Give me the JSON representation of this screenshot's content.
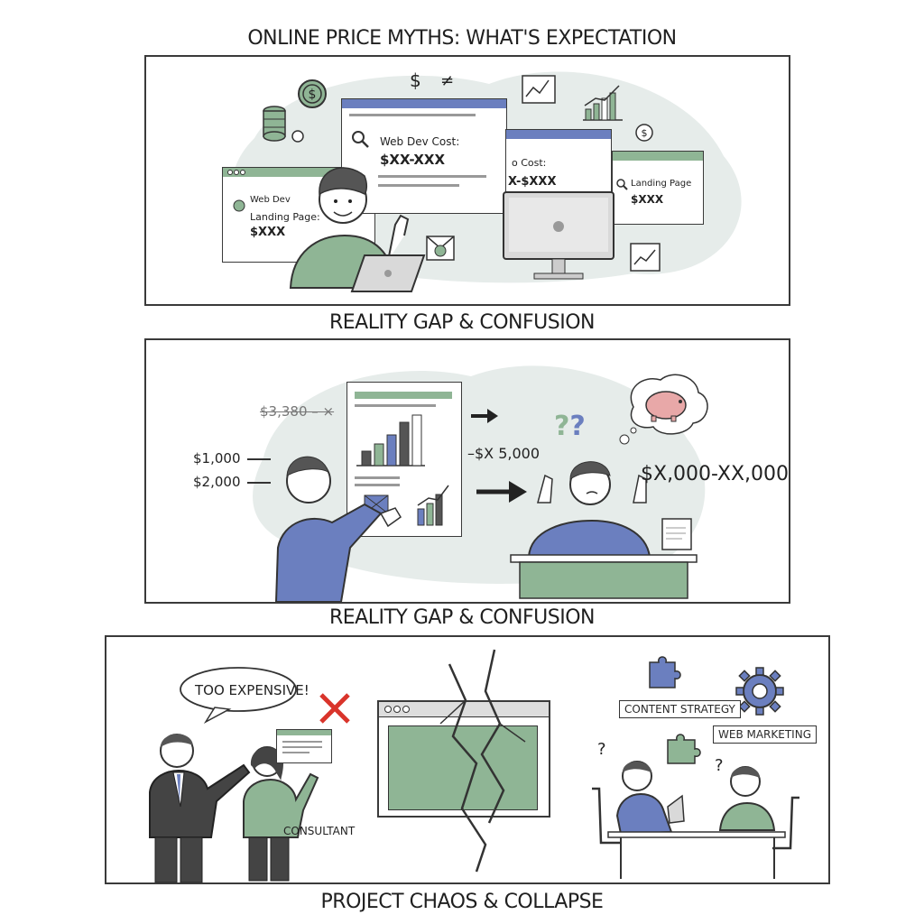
{
  "headings": {
    "panel1": "ONLINE PRICE MYTHS: WHAT'S EXPECTATION",
    "panel2": "REALITY GAP & CONFUSION",
    "panel3": "REALITY GAP & CONFUSION",
    "footer": "PROJECT CHAOS & COLLAPSE"
  },
  "panel1": {
    "browser_main": {
      "line1": "Web Dev Cost:",
      "line2": "$XX-XXX"
    },
    "browser_mid": {
      "line1": "o Cost:",
      "line2": "X-$XXX"
    },
    "browser_left": {
      "line1": "Web Dev",
      "line2": "Landing Page:",
      "line3": "$XXX"
    },
    "browser_right": {
      "line1": "Landing Page",
      "line2": "$XXX"
    },
    "symbols": {
      "dollar": "$",
      "not_equal": "≠"
    }
  },
  "panel2": {
    "price_struck": "$3,380 – ×",
    "price_a": "$1,000",
    "price_b": "$2,000",
    "price_mid": "–$X 5,000",
    "price_range": "$X,000-XX,000",
    "question_marks": "??"
  },
  "panel3": {
    "speech": "TOO EXPENSIVE!",
    "consultant": "CONSULTANT",
    "content_strategy": "CONTENT STRATEGY",
    "web_marketing": "WEB MARKETING",
    "question_marks": "?"
  },
  "colors": {
    "green": "#8fb595",
    "blue": "#6b7fbf",
    "pink": "#e8a8a8",
    "red": "#d9342b",
    "ink": "#2a2a2a",
    "mist": "#e6ecea"
  }
}
